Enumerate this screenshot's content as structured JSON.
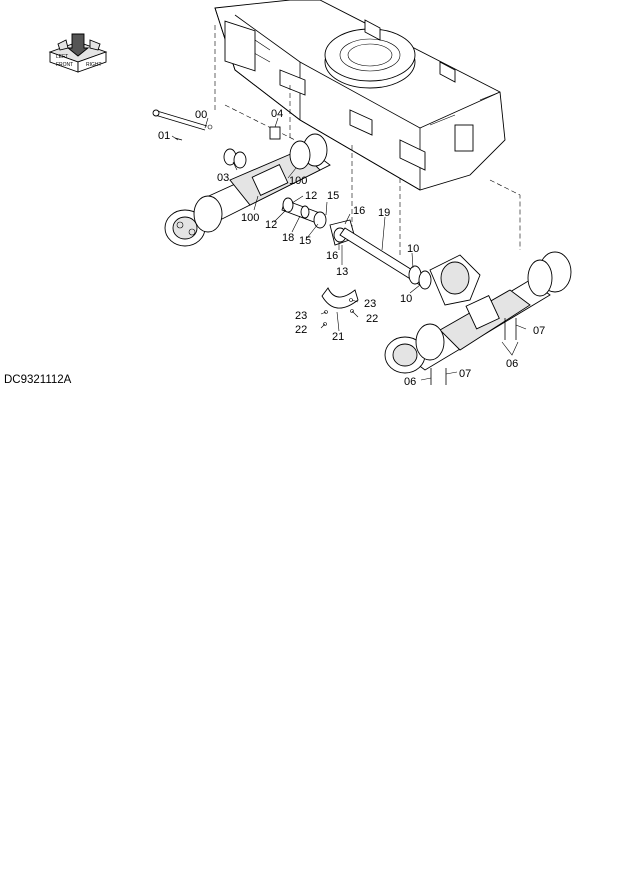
{
  "drawing_code": "DC9321112A",
  "orientation_icon": {
    "labels": [
      "FRONT",
      "RIGHT",
      "LEFT"
    ]
  },
  "callouts": [
    {
      "id": "c00",
      "text": "00"
    },
    {
      "id": "c01",
      "text": "01"
    },
    {
      "id": "c04",
      "text": "04"
    },
    {
      "id": "c03",
      "text": "03"
    },
    {
      "id": "c100a",
      "text": "100"
    },
    {
      "id": "c12a",
      "text": "12"
    },
    {
      "id": "c100b",
      "text": "100"
    },
    {
      "id": "c12b",
      "text": "12"
    },
    {
      "id": "c18",
      "text": "18"
    },
    {
      "id": "c15a",
      "text": "15"
    },
    {
      "id": "c15b",
      "text": "15"
    },
    {
      "id": "c16a",
      "text": "16"
    },
    {
      "id": "c16b",
      "text": "16"
    },
    {
      "id": "c13",
      "text": "13"
    },
    {
      "id": "c19",
      "text": "19"
    },
    {
      "id": "c10a",
      "text": "10"
    },
    {
      "id": "c10b",
      "text": "10"
    },
    {
      "id": "c23a",
      "text": "23"
    },
    {
      "id": "c22a",
      "text": "22"
    },
    {
      "id": "c21",
      "text": "21"
    },
    {
      "id": "c23b",
      "text": "23"
    },
    {
      "id": "c22b",
      "text": "22"
    },
    {
      "id": "c07a",
      "text": "07"
    },
    {
      "id": "c06a",
      "text": "06"
    },
    {
      "id": "c07b",
      "text": "07"
    },
    {
      "id": "c06b",
      "text": "06"
    }
  ]
}
